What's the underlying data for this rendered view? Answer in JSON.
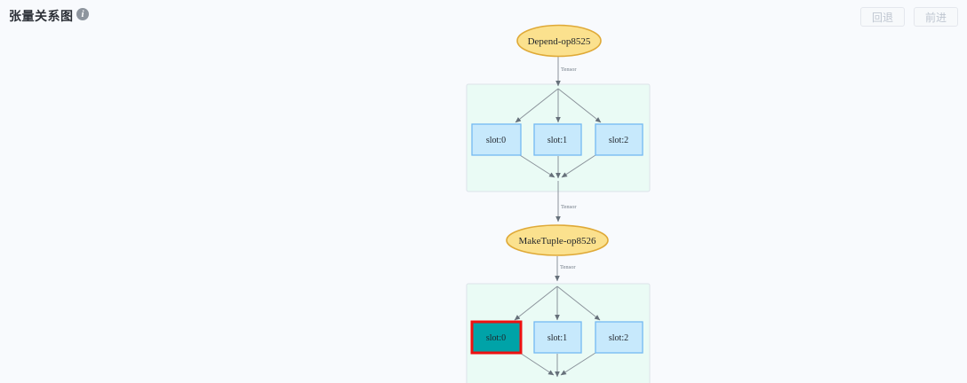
{
  "page": {
    "title": "张量关系图"
  },
  "header": {
    "info_glyph": "i"
  },
  "toolbar": {
    "back": "回退",
    "forward": "前进"
  },
  "graph": {
    "operators": [
      {
        "label": "Depend-op8525"
      },
      {
        "label": "MakeTuple-op8526"
      }
    ],
    "slot_groups": [
      {
        "slots": [
          {
            "label": "slot:0",
            "selected": false
          },
          {
            "label": "slot:1",
            "selected": false
          },
          {
            "label": "slot:2",
            "selected": false
          }
        ]
      },
      {
        "slots": [
          {
            "label": "slot:0",
            "selected": true
          },
          {
            "label": "slot:1",
            "selected": false
          },
          {
            "label": "slot:2",
            "selected": false
          }
        ]
      }
    ],
    "edge_label": "Tensor",
    "colors": {
      "operator_fill": "#FBE18E",
      "operator_stroke": "#DFA937",
      "slot_fill": "#C7E9FC",
      "slot_stroke": "#74B9F2",
      "selected_slot_fill": "#00A3A8",
      "selected_slot_stroke": "#EE1111",
      "group_fill": "#EAFBF5",
      "group_stroke": "#DCE3E9",
      "edge_stroke": "#8B939B",
      "arrow_fill": "#66707A"
    }
  }
}
